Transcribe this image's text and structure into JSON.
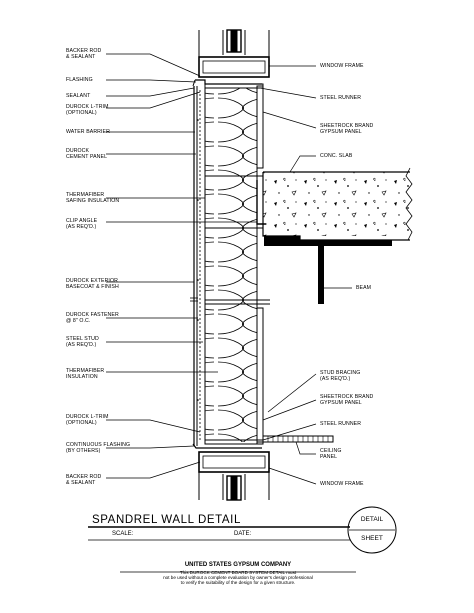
{
  "labels_left": [
    {
      "id": "backer-rod-sealant-top",
      "text": "BACKER ROD\n& SEALANT"
    },
    {
      "id": "flashing",
      "text": "FLASHING"
    },
    {
      "id": "sealant",
      "text": "SEALANT"
    },
    {
      "id": "durock-l-trim-top",
      "text": "DUROCK L-TRIM\n(OPTIONAL)"
    },
    {
      "id": "water-barrier",
      "text": "WATER BARRIER"
    },
    {
      "id": "durock-cement-panel",
      "text": "DUROCK\nCEMENT PANEL"
    },
    {
      "id": "thermafiber-safing",
      "text": "THERMAFIBER\nSAFING INSULATION"
    },
    {
      "id": "clip-angle",
      "text": "CLIP ANGLE\n(AS REQ'D.)"
    },
    {
      "id": "durock-exterior-basecoat",
      "text": "DUROCK EXTERIOR\nBASECOAT & FINISH"
    },
    {
      "id": "durock-fastener",
      "text": "DUROCK FASTENER\n@ 8\" O.C."
    },
    {
      "id": "steel-stud",
      "text": "STEEL STUD\n(AS REQ'D.)"
    },
    {
      "id": "thermafiber-insulation",
      "text": "THERMAFIBER\nINSULATION"
    },
    {
      "id": "durock-l-trim-bottom",
      "text": "DUROCK L-TRIM\n(OPTIONAL)"
    },
    {
      "id": "continuous-flashing",
      "text": "CONTINUOUS FLASHING\n(BY OTHERS)"
    },
    {
      "id": "backer-rod-sealant-bottom",
      "text": "BACKER ROD\n& SEALANT"
    }
  ],
  "labels_right": [
    {
      "id": "window-frame-top",
      "text": "WINDOW FRAME"
    },
    {
      "id": "steel-runner-top",
      "text": "STEEL RUNNER"
    },
    {
      "id": "sheetrock-gypsum-top",
      "text": "SHEETROCK BRAND\nGYPSUM PANEL"
    },
    {
      "id": "conc-slab",
      "text": "CONC. SLAB"
    },
    {
      "id": "beam",
      "text": "BEAM"
    },
    {
      "id": "stud-bracing",
      "text": "STUD BRACING\n(AS REQ'D.)"
    },
    {
      "id": "sheetrock-gypsum-bottom",
      "text": "SHEETROCK BRAND\nGYPSUM PANEL"
    },
    {
      "id": "steel-runner-bottom",
      "text": "STEEL RUNNER"
    },
    {
      "id": "ceiling-panel",
      "text": "CEILING\nPANEL"
    },
    {
      "id": "window-frame-bottom",
      "text": "WINDOW FRAME"
    }
  ],
  "title_block": {
    "title": "SPANDREL WALL DETAIL",
    "scale_label": "SCALE:",
    "date_label": "DATE:",
    "detail_label": "DETAIL",
    "sheet_label": "SHEET",
    "company": "UNITED STATES GYPSUM COMPANY",
    "note": "This DUROCK CEMENT BOARD SYSTEM DETAIL must\nnot be used without a complete evaluation by owner's design professional\nto verify the suitability of the design for a given structure."
  }
}
